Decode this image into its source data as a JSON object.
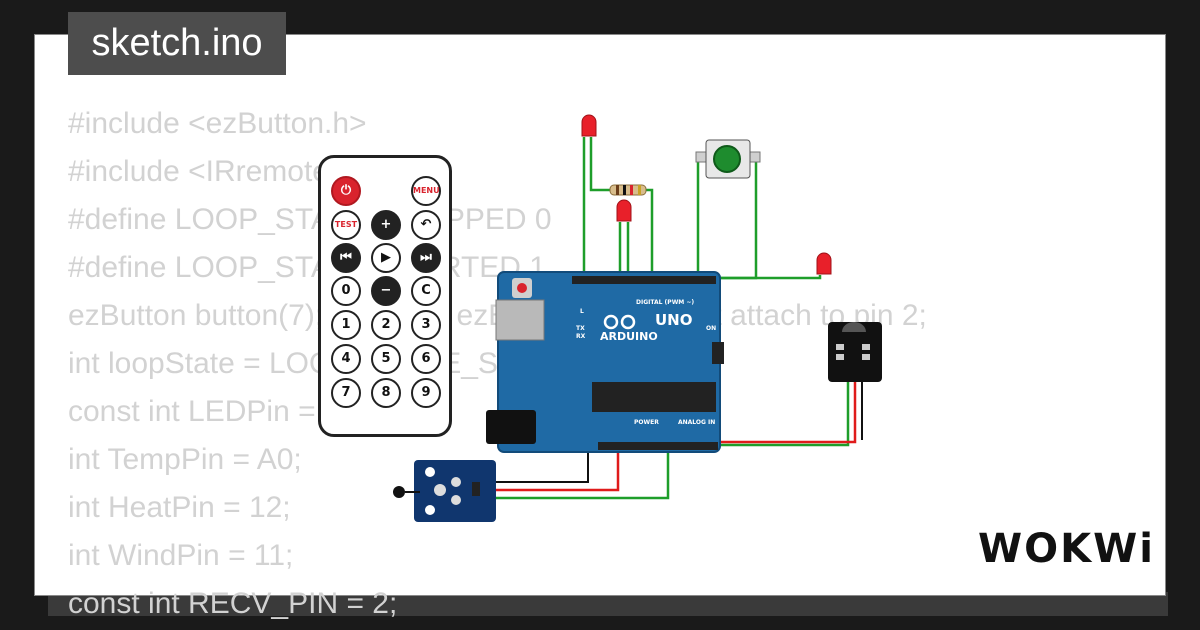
{
  "window": {
    "title": "sketch.ino"
  },
  "code_lines": [
    "#include <ezButton.h>",
    "#include <IRremote.h>",
    "#define LOOP_STATE_STOPPED 0",
    "#define LOOP_STATE_STARTED 1",
    "ezButton button(7);  // create ezButton object that attach to pin 2;",
    "int loopState = LOOP_STATE_STOPPED;",
    "const int LEDPin = 13;",
    "int TempPin = A0;",
    "int HeatPin = 12;",
    "int WindPin = 11;",
    "const int RECV_PIN = 2;"
  ],
  "remote": {
    "buttons": [
      {
        "label": "⏻",
        "style": "red"
      },
      {
        "label": "MENU",
        "style": "txt-red"
      },
      {
        "label": "TEST",
        "style": "txt-red"
      },
      {
        "label": "+",
        "style": "dark"
      },
      {
        "label": "↶",
        "style": "plain"
      },
      {
        "label": "⏮",
        "style": "dark"
      },
      {
        "label": "▶",
        "style": "plain"
      },
      {
        "label": "⏭",
        "style": "dark"
      },
      {
        "label": "0",
        "style": "plain"
      },
      {
        "label": "−",
        "style": "dark"
      },
      {
        "label": "C",
        "style": "plain"
      },
      {
        "label": "1",
        "style": "plain"
      },
      {
        "label": "2",
        "style": "plain"
      },
      {
        "label": "3",
        "style": "plain"
      },
      {
        "label": "4",
        "style": "plain"
      },
      {
        "label": "5",
        "style": "plain"
      },
      {
        "label": "6",
        "style": "plain"
      },
      {
        "label": "7",
        "style": "plain"
      },
      {
        "label": "8",
        "style": "plain"
      },
      {
        "label": "9",
        "style": "plain"
      }
    ]
  },
  "arduino": {
    "model": "UNO",
    "brand": "ARDUINO",
    "digital_label": "DIGITAL (PWM ~)",
    "analog_label": "ANALOG IN",
    "power_label": "POWER",
    "on_label": "ON",
    "tx_label": "TX",
    "rx_label": "RX",
    "l_label": "L"
  },
  "brand": {
    "logo": "WOKWi"
  },
  "colors": {
    "background": "#1a1a1a",
    "board_blue": "#1f6aa5",
    "wire_green": "#1e9e2a",
    "wire_red": "#e01b1b",
    "led_red": "#e8202a",
    "button_green": "#1e8c2e",
    "sensor_navy": "#10366e"
  }
}
